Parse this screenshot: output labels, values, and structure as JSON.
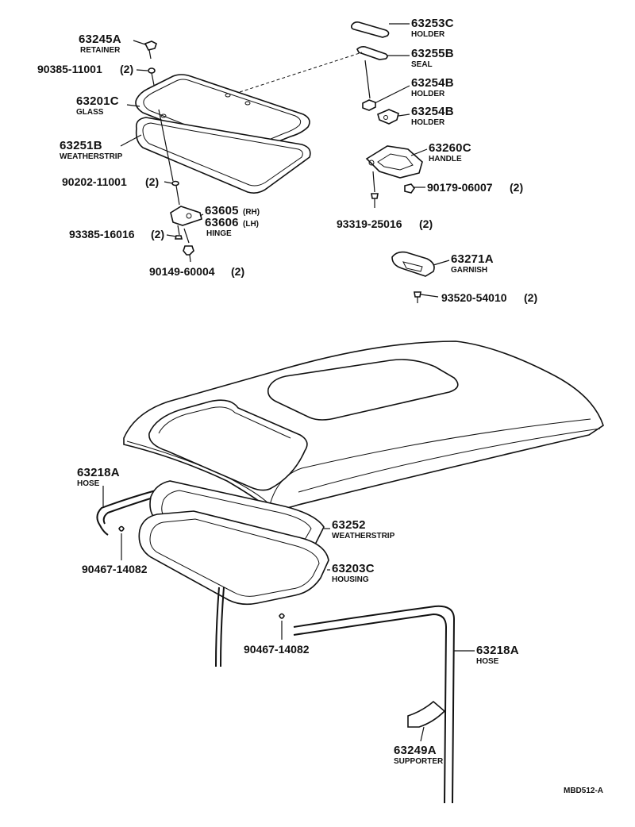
{
  "diagram_ref": "MBD512-A",
  "callouts": [
    {
      "id": "c63245a",
      "part": "63245A",
      "name": "RETAINER",
      "qty": ""
    },
    {
      "id": "c90385",
      "part": "90385-11001",
      "name": "",
      "qty": "(2)"
    },
    {
      "id": "c63201c",
      "part": "63201C",
      "name": "GLASS",
      "qty": ""
    },
    {
      "id": "c63251b",
      "part": "63251B",
      "name": "WEATHERSTRIP",
      "qty": ""
    },
    {
      "id": "c90202",
      "part": "90202-11001",
      "name": "",
      "qty": "(2)"
    },
    {
      "id": "c63605",
      "part": "63605",
      "name": "",
      "qty": "",
      "suffix": "(RH)"
    },
    {
      "id": "c63606",
      "part": "63606",
      "name": "HINGE",
      "qty": "",
      "suffix": "(LH)"
    },
    {
      "id": "c93385",
      "part": "93385-16016",
      "name": "",
      "qty": "(2)"
    },
    {
      "id": "c90149",
      "part": "90149-60004",
      "name": "",
      "qty": "(2)"
    },
    {
      "id": "c63253c",
      "part": "63253C",
      "name": "HOLDER",
      "qty": ""
    },
    {
      "id": "c63255b",
      "part": "63255B",
      "name": "SEAL",
      "qty": ""
    },
    {
      "id": "c63254b1",
      "part": "63254B",
      "name": "HOLDER",
      "qty": ""
    },
    {
      "id": "c63254b2",
      "part": "63254B",
      "name": "HOLDER",
      "qty": ""
    },
    {
      "id": "c63260c",
      "part": "63260C",
      "name": "HANDLE",
      "qty": ""
    },
    {
      "id": "c90179",
      "part": "90179-06007",
      "name": "",
      "qty": "(2)"
    },
    {
      "id": "c93319",
      "part": "93319-25016",
      "name": "",
      "qty": "(2)"
    },
    {
      "id": "c63271a",
      "part": "63271A",
      "name": "GARNISH",
      "qty": ""
    },
    {
      "id": "c93520",
      "part": "93520-54010",
      "name": "",
      "qty": "(2)"
    },
    {
      "id": "c63218a1",
      "part": "63218A",
      "name": "HOSE",
      "qty": ""
    },
    {
      "id": "c90467a",
      "part": "90467-14082",
      "name": "",
      "qty": ""
    },
    {
      "id": "c63252",
      "part": "63252",
      "name": "WEATHERSTRIP",
      "qty": ""
    },
    {
      "id": "c63203c",
      "part": "63203C",
      "name": "HOUSING",
      "qty": ""
    },
    {
      "id": "c90467b",
      "part": "90467-14082",
      "name": "",
      "qty": ""
    },
    {
      "id": "c63218a2",
      "part": "63218A",
      "name": "HOSE",
      "qty": ""
    },
    {
      "id": "c63249a",
      "part": "63249A",
      "name": "SUPPORTER",
      "qty": ""
    }
  ]
}
